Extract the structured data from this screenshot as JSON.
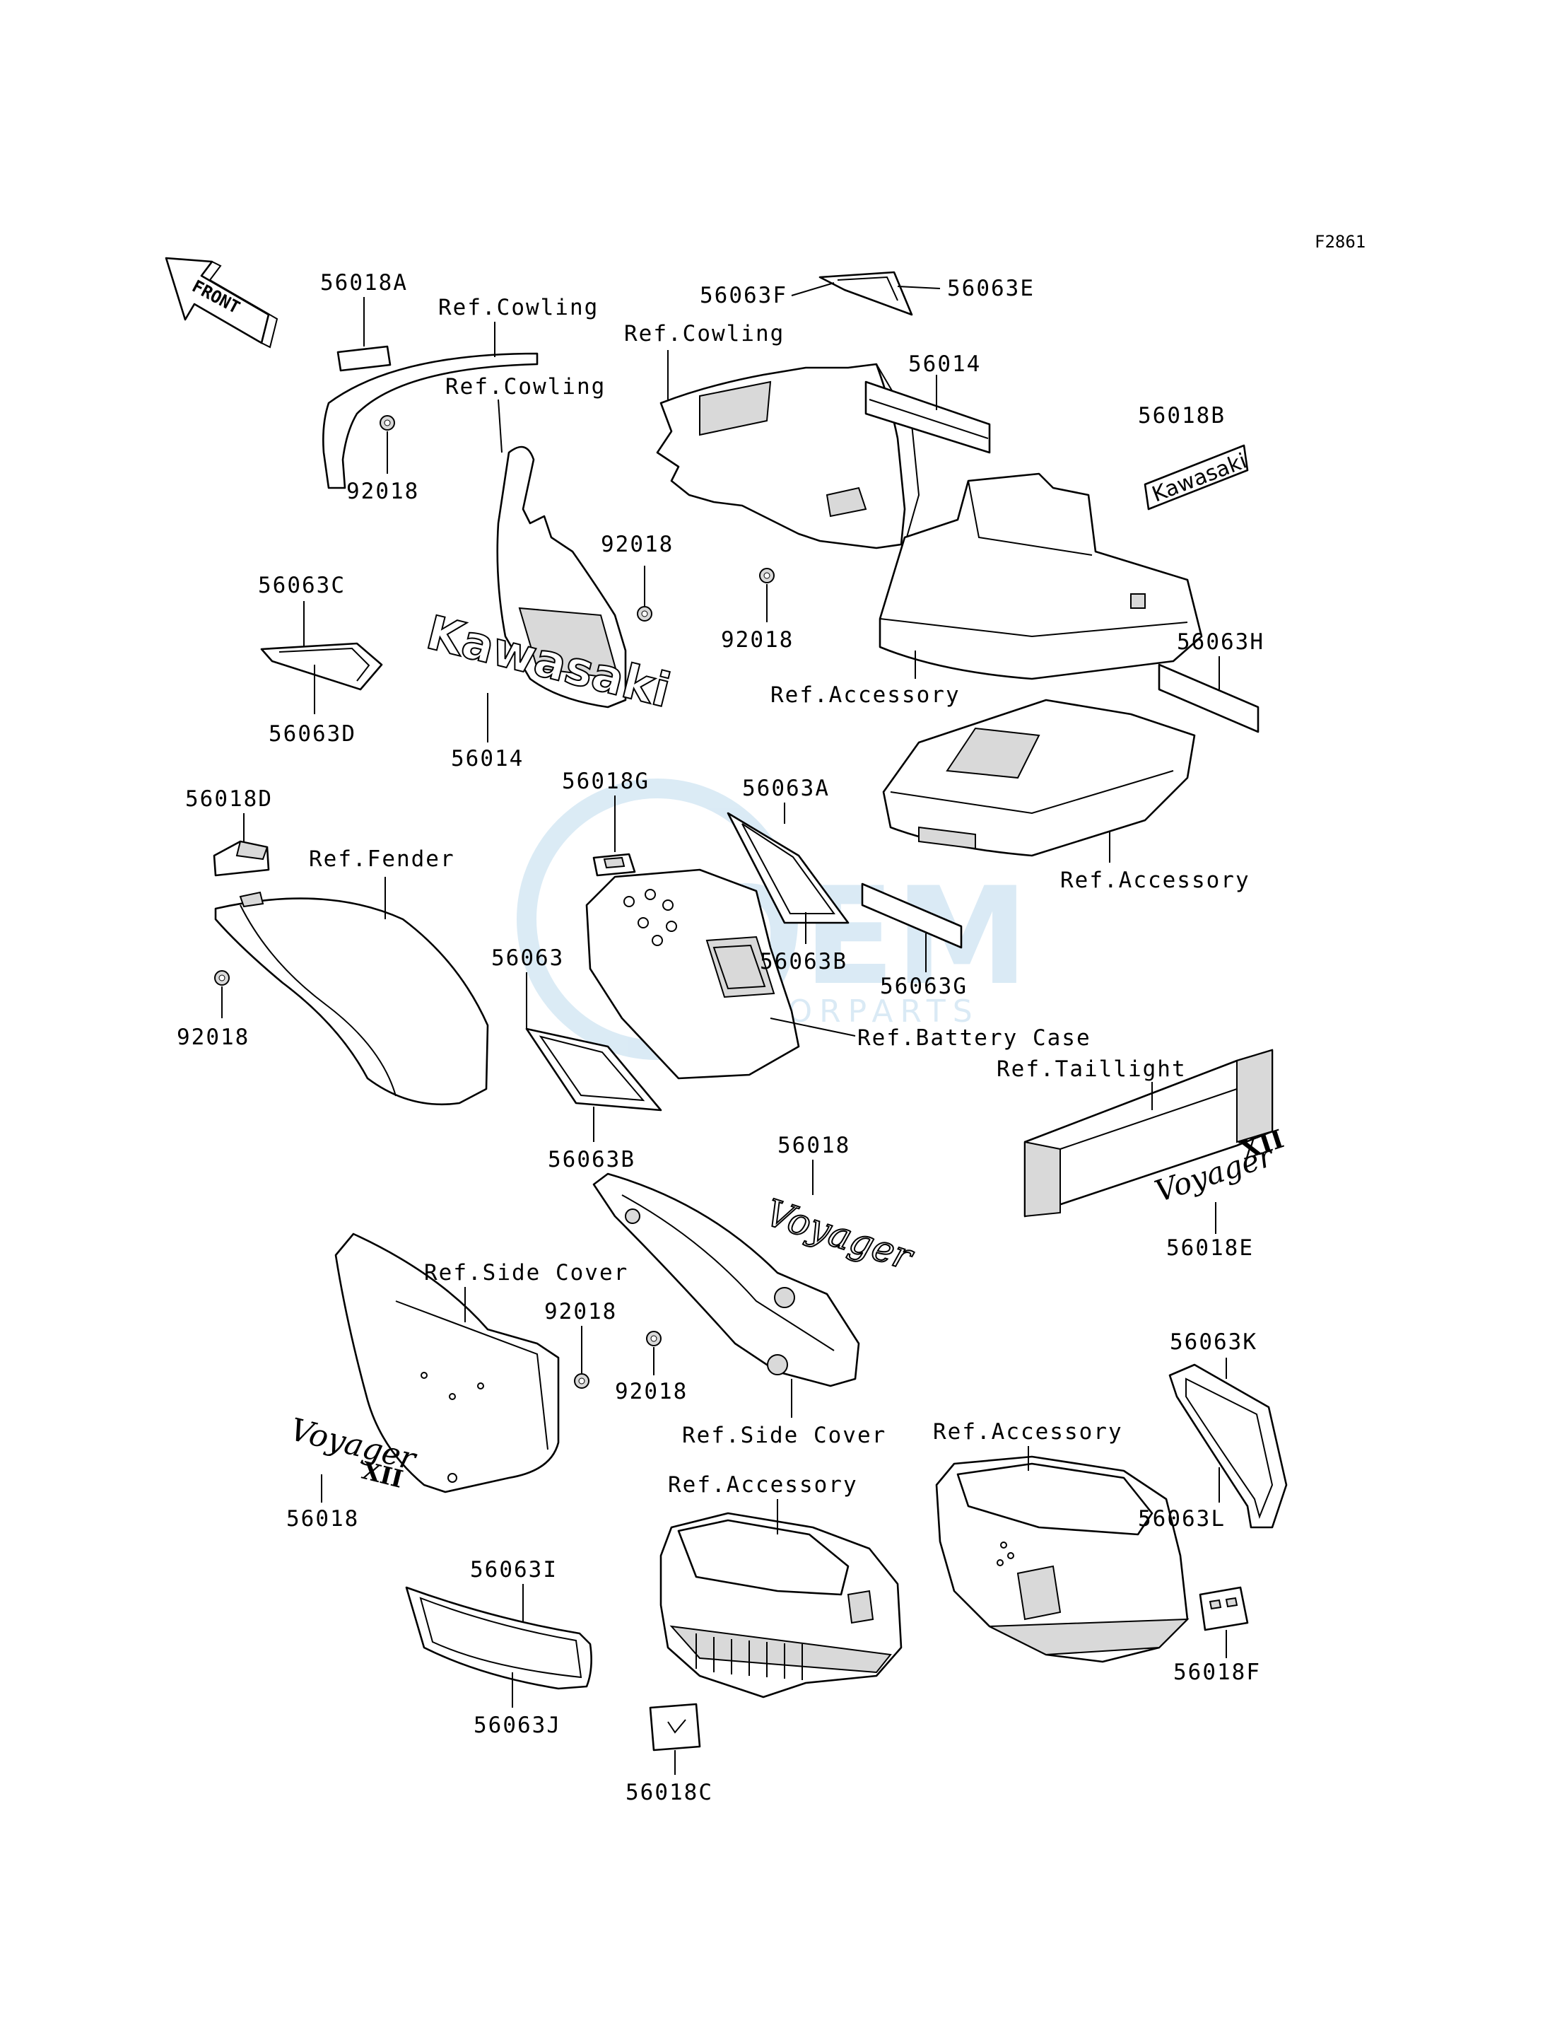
{
  "figure_code": "F2861",
  "front_arrow": {
    "text": "FRONT",
    "icon": "front-arrow-icon"
  },
  "watermark": {
    "brand": "OEM",
    "sub": "MOTORPARTS",
    "color": "#3a8fc9"
  },
  "labels": {
    "p56018A": "56018A",
    "refCowling1": "Ref.Cowling",
    "refCowling2": "Ref.Cowling",
    "refCowling3": "Ref.Cowling",
    "p92018a": "92018",
    "p56063F": "56063F",
    "p56063E": "56063E",
    "p56014a": "56014",
    "p56018B": "56018B",
    "p92018b": "92018",
    "p92018c": "92018",
    "p56063C": "56063C",
    "p56063D": "56063D",
    "p56014b": "56014",
    "refAccessory1": "Ref.Accessory",
    "p56063H": "56063H",
    "p56018G": "56018G",
    "p56063A": "56063A",
    "p56018D": "56018D",
    "refFender": "Ref.Fender",
    "refAccessory2": "Ref.Accessory",
    "p56063": "56063",
    "p56063Ba": "56063B",
    "p56063G": "56063G",
    "refBatteryCase": "Ref.Battery Case",
    "p92018d": "92018",
    "refTaillight": "Ref.Taillight",
    "p56063Bb": "56063B",
    "p56018a": "56018",
    "p56018E": "56018E",
    "refSideCover1": "Ref.Side Cover",
    "p92018e": "92018",
    "p92018f": "92018",
    "refSideCover2": "Ref.Side Cover",
    "refAccessory3": "Ref.Accessory",
    "p56063K": "56063K",
    "p56018b": "56018",
    "refAccessory4": "Ref.Accessory",
    "p56063L": "56063L",
    "p56063I": "56063I",
    "p56018F": "56018F",
    "p56063J": "56063J",
    "p56018C": "56018C"
  },
  "emblems": {
    "kawasaki": "Kawasaki",
    "voyager": "Voyager",
    "voyager_suffix": "XII"
  }
}
